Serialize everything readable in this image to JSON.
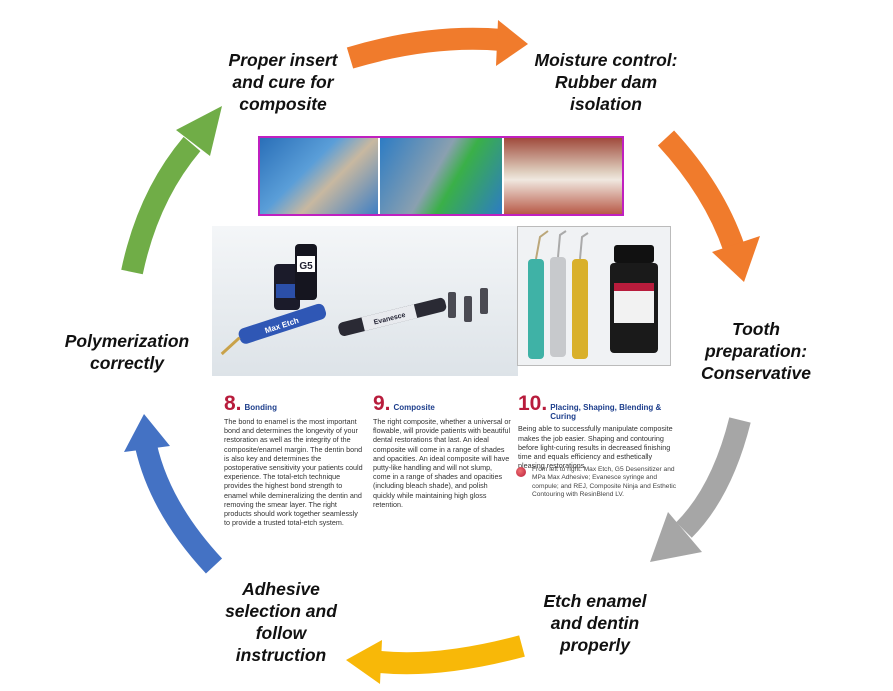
{
  "steps": {
    "s1": "Proper insert and cure for composite",
    "s2": "Moisture control: Rubber dam isolation",
    "s3": "Tooth preparation: Conservative",
    "s4": "Etch enamel and dentin properly",
    "s5": "Adhesive selection and follow instruction",
    "s6": "Polymerization correctly"
  },
  "colors": {
    "orange": "#f07b2c",
    "gray": "#a6a6a6",
    "yellow": "#f8b808",
    "blue": "#4472c4",
    "green": "#70ad47",
    "accent_red": "#b81c3c",
    "accent_blue": "#1d3e8c"
  },
  "products": {
    "max_etch": "Max Etch",
    "g5": "G5",
    "evanesce": "Evanesce"
  },
  "article": {
    "c8": {
      "num": "8.",
      "title": "Bonding",
      "text": "The bond to enamel is the most important bond and determines the longevity of your restoration as well as the integrity of the composite/enamel margin. The dentin bond is also key and determines the postoperative sensitivity your patients could experience. The total-etch technique provides the highest bond strength to enamel while demineralizing the dentin and removing the smear layer. The right products should work together seamlessly to provide a trusted total-etch system."
    },
    "c9": {
      "num": "9.",
      "title": "Composite",
      "text": "The right composite, whether a universal or flowable, will provide patients with beautiful dental restorations that last. An ideal composite will come in a range of shades and opacities. An ideal composite will have putty-like handling and will not slump, come in a range of shades and opacities (including bleach shade), and polish quickly while maintaining high gloss retention."
    },
    "c10": {
      "num": "10.",
      "title": "Placing, Shaping, Blending & Curing",
      "text": "Being able to successfully manipulate composite makes the job easier. Shaping and contouring before light-curing results in decreased finishing time and equals efficiency and esthetically pleasing restorations."
    },
    "caption": "From left to right: Max Etch, G5 Desensitizer and MPa Max Adhesive; Evanesce syringe and compule; and REJ, Composite Ninja and Esthetic Contouring with ResinBlend LV."
  }
}
